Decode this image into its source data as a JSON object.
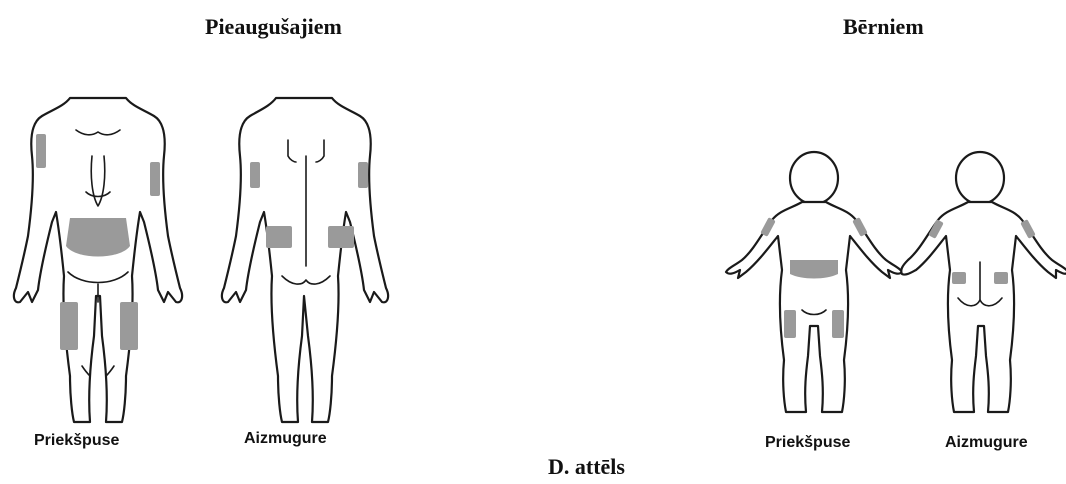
{
  "headings": {
    "adults": "Pieaugušajiem",
    "children": "Bērniem"
  },
  "views": {
    "front": "Priekšpuse",
    "back": "Aizmugure"
  },
  "caption": "D. attēls",
  "colors": {
    "injection_area": "#9a9a9a",
    "outline": "#1a1a1a"
  }
}
